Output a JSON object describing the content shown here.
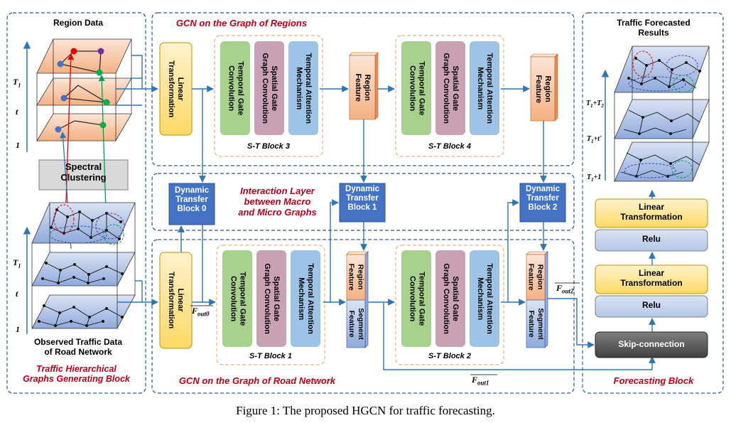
{
  "left_panel": {
    "region_data_title": "Region Data",
    "spectral_clustering": "Spectral\nClustering",
    "observed_title": "Observed Traffic Data\nof Road Network",
    "panel_title": "Traffic Hierarchical\nGraphs Generating Block",
    "region_axis": [
      "T1",
      "t",
      "1"
    ],
    "road_axis": [
      "T1",
      "t",
      "1"
    ]
  },
  "regions_panel": {
    "title": "GCN on the Graph of Regions",
    "linear": "Linear\nTransformation",
    "block3_label": "S-T  Block 3",
    "block4_label": "S-T  Block 4",
    "block3": [
      "Temporal Gate\nConvolution",
      "Spatial Gate\nGraph Convolution",
      "Temporal Attention\nMechanism"
    ],
    "block4": [
      "Temporal Gate\nConvolution",
      "Spatial Gate\nGraph Convolution",
      "Temporal Attention\nMechanism"
    ],
    "region_feature": "Region\nFeature"
  },
  "interaction_panel": {
    "title": "Interaction Layer\nbetween Macro\nand Micro Graphs",
    "dtb0": "Dynamic\nTransfer\nBlock 0",
    "dtb1": "Dynamic\nTransfer\nBlock 1",
    "dtb2": "Dynamic\nTransfer\nBlock 2"
  },
  "road_panel": {
    "title": "GCN on the Graph of Road Network",
    "linear": "Linear\nTransformation",
    "block1_label": "S-T  Block 1",
    "block2_label": "S-T  Block 2",
    "block1": [
      "Temporal Gate\nConvolution",
      "Spatial Gate\nGraph Convolution",
      "Temporal Attention\nMechanism"
    ],
    "block2": [
      "Temporal Gate\nConvolution",
      "Spatial Gate\nGraph Convolution",
      "Temporal Attention\nMechanism"
    ],
    "region_feature": "Region\nFeature",
    "segment_feature": "Segment\nFeature",
    "fout0": "F",
    "fout0_sub": "out0",
    "fout1": "F",
    "fout1_sub": "out1",
    "fout2": "F",
    "fout2_sub": "out2"
  },
  "forecast_panel": {
    "results_title": "Traffic Forecasted\nResults",
    "axis": [
      "T1+T2",
      "T1+t'",
      "T1+1"
    ],
    "linear": "Linear\nTransformation",
    "relu": "Relu",
    "skip": "Skip-connection",
    "panel_title": "Forecasting Block"
  },
  "caption": "Figure 1: The proposed HGCN for traffic forecasting.",
  "colors": {
    "yellow": "#ffd966",
    "green": "#a9d18e",
    "mauve": "#c9a0b4",
    "lightblue": "#9dc3e6",
    "orange": "#f4b183",
    "blue": "#4472c4",
    "relu": "#b4c7e7",
    "skip": "#595959",
    "red_text": "#c0001a",
    "dash_blue": "#2f5597",
    "dash_orange": "#f4b183"
  }
}
